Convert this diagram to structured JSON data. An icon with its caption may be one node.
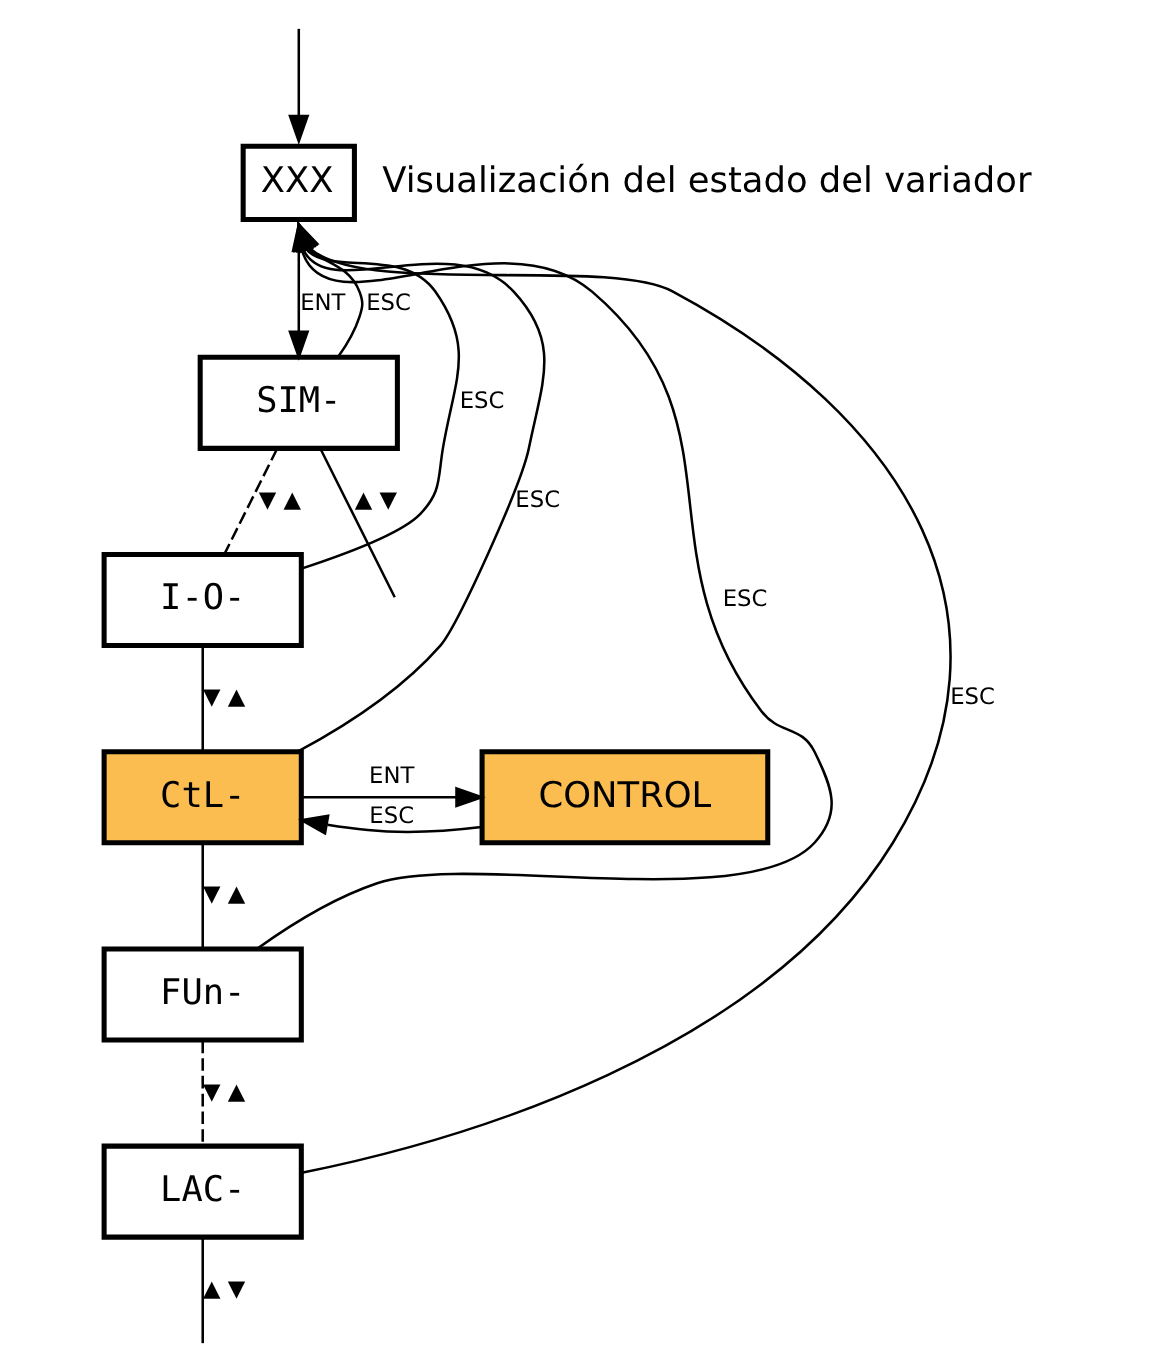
{
  "diagram": {
    "nodes": [
      {
        "text": [
          "XXX"
        ],
        "beside": [
          "Visualización del estado del variador"
        ]
      },
      {
        "text": [
          "SIM-"
        ]
      },
      {
        "text": [
          "I-O-"
        ]
      },
      {
        "text": [
          "CtL-"
        ]
      },
      {
        "text": [
          "FUn-"
        ]
      },
      {
        "text": [
          "LAC-"
        ]
      },
      {
        "text": [
          "CONTROL"
        ]
      }
    ],
    "edges": [
      {
        "from": null,
        "to": 0,
        "arrow": "to"
      },
      {
        "from": 0,
        "to": 1,
        "arrow": "to",
        "label": "ENT"
      },
      {
        "from": 1,
        "to": null,
        "arrow": "none",
        "label": "▲ ▼"
      },
      {
        "from": 1,
        "to": 2,
        "arrow": "none",
        "style": "dashed",
        "label": "▼ ▲"
      },
      {
        "from": 2,
        "to": 3,
        "arrow": "none",
        "label": "▼ ▲"
      },
      {
        "from": 3,
        "to": 4,
        "arrow": "none",
        "label": "▼ ▲"
      },
      {
        "from": 4,
        "to": 5,
        "arrow": "none",
        "style": "dashed",
        "label": "▼ ▲"
      },
      {
        "from": 5,
        "to": null,
        "arrow": "none",
        "label": "▲ ▼"
      },
      {
        "from": 3,
        "to": 6,
        "arrow": "to",
        "label": "ENT"
      },
      {
        "from": 6,
        "to": 3,
        "arrow": "to",
        "label": "ESC"
      },
      {
        "from": 1,
        "to": 0,
        "arrow": "to",
        "label": "ESC"
      },
      {
        "from": 2,
        "to": 0,
        "arrow": "to",
        "label": "ESC"
      },
      {
        "from": 3,
        "to": 0,
        "arrow": "to",
        "label": "ESC"
      },
      {
        "from": 4,
        "to": 0,
        "arrow": "to",
        "label": "ESC"
      },
      {
        "from": 5,
        "to": 0,
        "arrow": "to",
        "label": "ESC"
      }
    ]
  }
}
